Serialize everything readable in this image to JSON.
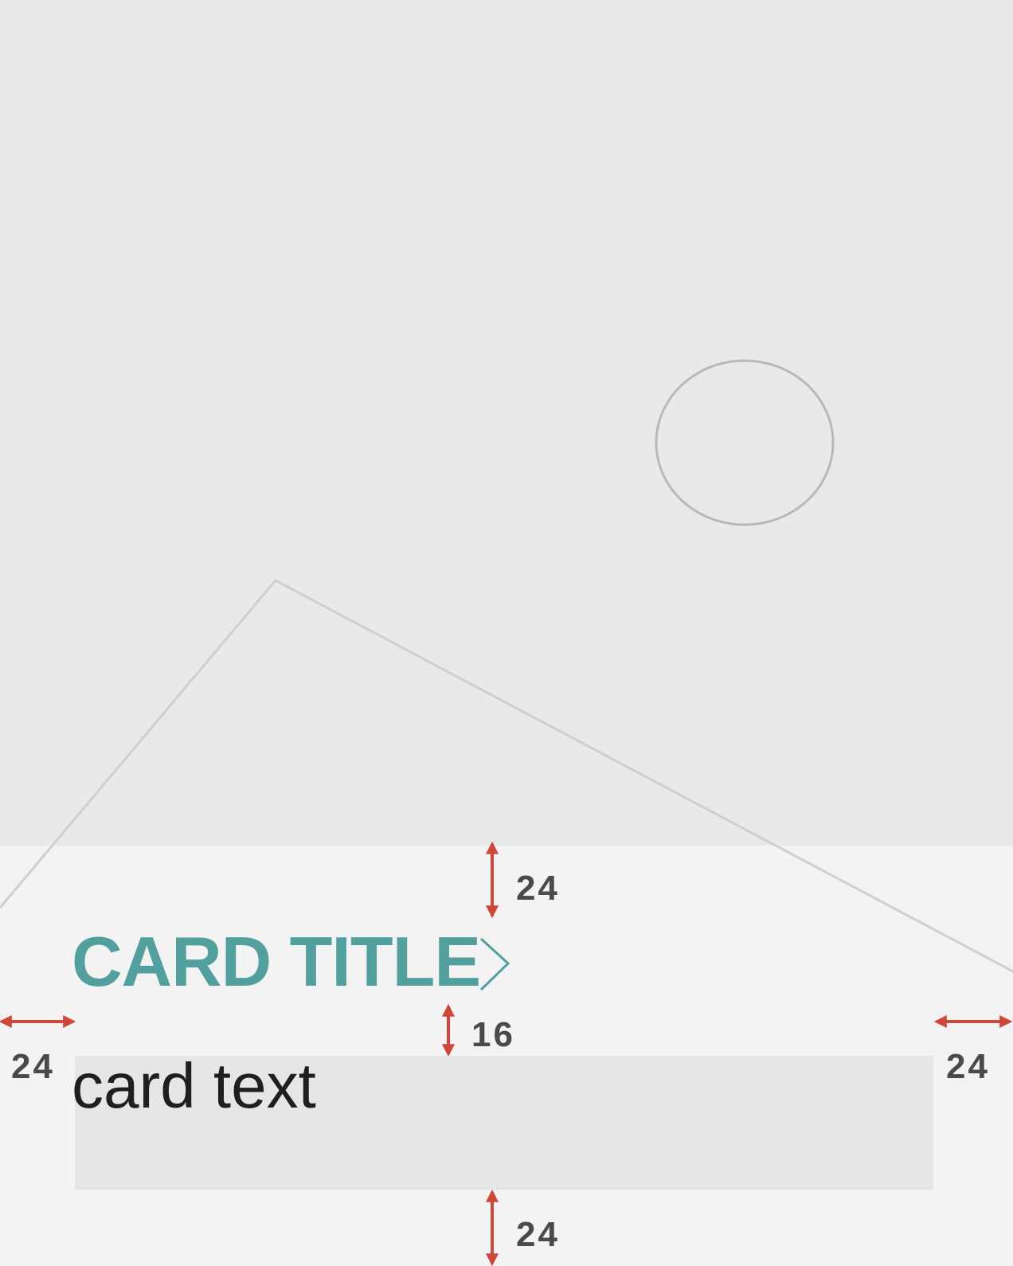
{
  "card": {
    "title": "CARD TITLE",
    "text": "card text"
  },
  "measurements": {
    "top_padding": "24",
    "title_text_gap": "16",
    "left_padding": "24",
    "right_padding": "24",
    "bottom_padding": "24"
  },
  "colors": {
    "image_background": "#e9e9e9",
    "card_background": "#f3f3f3",
    "title": "#51a09e",
    "text": "#1f1f1f",
    "measure_arrow": "#d0473a",
    "measure_label": "#4a4a4a"
  },
  "icons": {
    "image_placeholder": "image-placeholder-icon",
    "title_chevron": "chevron-right-icon",
    "spacing_arrows": "double-arrow-icon"
  }
}
